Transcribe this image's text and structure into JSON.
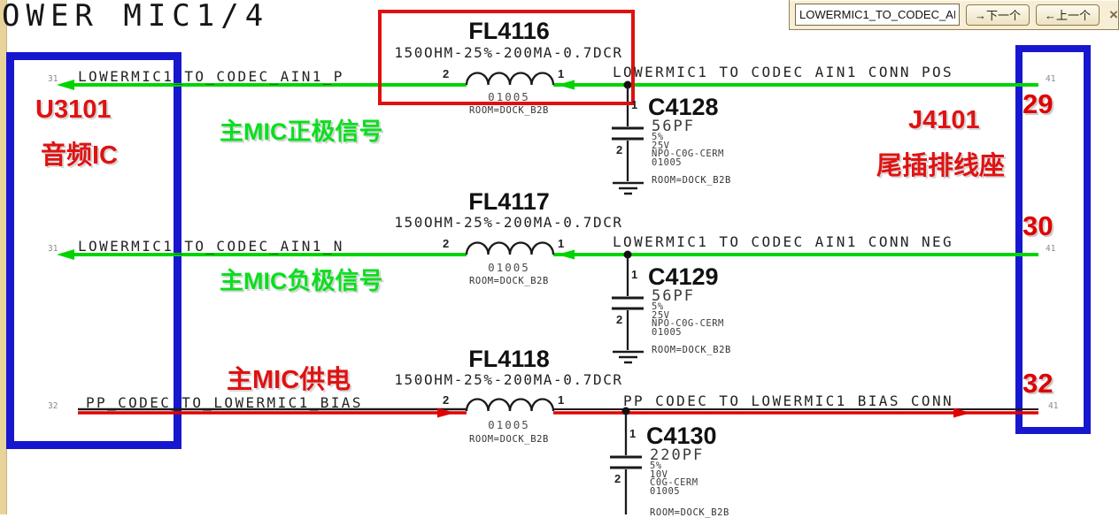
{
  "page": {
    "title": "OWER MIC1/4"
  },
  "findbar": {
    "query": "LOWERMIC1_TO_CODEC_AIN1_P",
    "next_label": "→下一个",
    "prev_label": "←上一个",
    "close_label": "×"
  },
  "annotations": {
    "ic_ref": "U3101",
    "ic_desc": "音频IC",
    "conn_ref": "J4101",
    "conn_desc": "尾插排线座",
    "mic_pos": "主MIC正极信号",
    "mic_neg": "主MIC负极信号",
    "mic_pwr": "主MIC供电"
  },
  "rows": [
    {
      "left_pin": "31",
      "left_net": "LOWERMIC1_TO_CODEC_AIN1_P",
      "filter": {
        "ref": "FL4116",
        "value": "150OHM-25%-200MA-0.7DCR",
        "pin_left": "2",
        "pin_right": "1",
        "footprint": "01005",
        "room": "ROOM=DOCK_B2B"
      },
      "right_net": "LOWERMIC1 TO CODEC AIN1 CONN POS",
      "right_pin": "41",
      "conn_pin": "29",
      "cap": {
        "ref": "C4128",
        "pin_top": "1",
        "pin_bottom": "2",
        "value": "56PF",
        "specs": [
          "5%",
          "25V",
          "NPO-C0G-CERM",
          "01005"
        ],
        "room": "ROOM=DOCK_B2B"
      }
    },
    {
      "left_pin": "31",
      "left_net": "LOWERMIC1_TO_CODEC_AIN1_N",
      "filter": {
        "ref": "FL4117",
        "value": "150OHM-25%-200MA-0.7DCR",
        "pin_left": "2",
        "pin_right": "1",
        "footprint": "01005",
        "room": "ROOM=DOCK_B2B"
      },
      "right_net": "LOWERMIC1 TO CODEC AIN1 CONN NEG",
      "right_pin": "41",
      "conn_pin": "30",
      "cap": {
        "ref": "C4129",
        "pin_top": "1",
        "pin_bottom": "2",
        "value": "56PF",
        "specs": [
          "5%",
          "25V",
          "NPO-C0G-CERM",
          "01005"
        ],
        "room": "ROOM=DOCK_B2B"
      }
    },
    {
      "left_pin": "32",
      "left_net": "PP_CODEC_TO_LOWERMIC1_BIAS",
      "filter": {
        "ref": "FL4118",
        "value": "150OHM-25%-200MA-0.7DCR",
        "pin_left": "2",
        "pin_right": "1",
        "footprint": "01005",
        "room": "ROOM=DOCK_B2B"
      },
      "right_net": "PP_CODEC_TO_LOWERMIC1_BIAS_CONN",
      "right_pin": "41",
      "conn_pin": "32",
      "cap": {
        "ref": "C4130",
        "pin_top": "1",
        "pin_bottom": "2",
        "value": "220PF",
        "specs": [
          "5%",
          "10V",
          "C0G-CERM",
          "01005"
        ],
        "room": "ROOM=DOCK_B2B"
      }
    }
  ],
  "colors": {
    "wire_green": "#00d400",
    "wire_red": "#e00000",
    "box_blue": "#1717cf",
    "box_red": "#e01010",
    "annot_green": "#0adf1e",
    "annot_red": "#e01212",
    "toolbar_bg": "#f6eed6",
    "edge_strip": "#e8d49a"
  }
}
